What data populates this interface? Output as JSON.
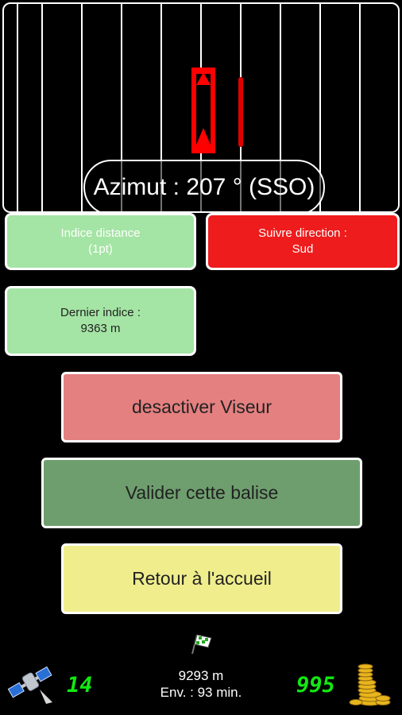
{
  "viewer": {
    "azimut": "Azimut : 207 ° (SSO)"
  },
  "cards": {
    "indice_distance": {
      "line1": "Indice distance",
      "line2": "(1pt)"
    },
    "suivre_direction": {
      "line1": "Suivre direction :",
      "line2": "Sud"
    },
    "dernier_indice": {
      "line1": "Dernier indice :",
      "line2": "9363 m"
    }
  },
  "buttons": {
    "desactiver": "desactiver Viseur",
    "valider": "Valider cette balise",
    "retour": "Retour à l'accueil"
  },
  "status": {
    "satellites": "14",
    "distance": "9293 m",
    "env": "Env. : 93 min.",
    "coins": "995"
  },
  "icons": {
    "satellite": "satellite-icon",
    "flag": "checkered-flag-icon",
    "coins": "coins-icon"
  },
  "colors": {
    "green_card": "#a4e4a4",
    "red_card": "#ee1c1c",
    "btn_desactiver": "#e48080",
    "btn_valider": "#6e9e6e",
    "btn_retour": "#f0ee8c",
    "lcd_green": "#13e813"
  }
}
